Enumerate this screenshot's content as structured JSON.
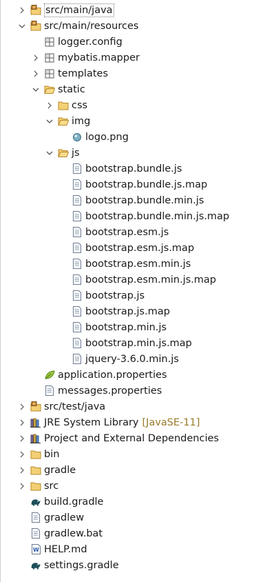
{
  "tree": [
    {
      "label": "src/main/java",
      "depth": 0,
      "toggle": "collapsed",
      "icon": "source-folder-icon"
    },
    {
      "label": "src/main/resources",
      "depth": 0,
      "toggle": "expanded",
      "icon": "source-folder-icon"
    },
    {
      "label": "logger.config",
      "depth": 1,
      "toggle": "none",
      "icon": "package-icon"
    },
    {
      "label": "mybatis.mapper",
      "depth": 1,
      "toggle": "collapsed",
      "icon": "package-icon"
    },
    {
      "label": "templates",
      "depth": 1,
      "toggle": "collapsed",
      "icon": "package-icon"
    },
    {
      "label": "static",
      "depth": 1,
      "toggle": "expanded",
      "icon": "folder-open-icon"
    },
    {
      "label": "css",
      "depth": 2,
      "toggle": "collapsed",
      "icon": "folder-icon"
    },
    {
      "label": "img",
      "depth": 2,
      "toggle": "expanded",
      "icon": "folder-open-icon"
    },
    {
      "label": "logo.png",
      "depth": 3,
      "toggle": "none",
      "icon": "image-file-icon"
    },
    {
      "label": "js",
      "depth": 2,
      "toggle": "expanded",
      "icon": "folder-open-icon"
    },
    {
      "label": "bootstrap.bundle.js",
      "depth": 3,
      "toggle": "none",
      "icon": "text-file-icon"
    },
    {
      "label": "bootstrap.bundle.js.map",
      "depth": 3,
      "toggle": "none",
      "icon": "text-file-icon"
    },
    {
      "label": "bootstrap.bundle.min.js",
      "depth": 3,
      "toggle": "none",
      "icon": "text-file-icon"
    },
    {
      "label": "bootstrap.bundle.min.js.map",
      "depth": 3,
      "toggle": "none",
      "icon": "text-file-icon"
    },
    {
      "label": "bootstrap.esm.js",
      "depth": 3,
      "toggle": "none",
      "icon": "text-file-icon"
    },
    {
      "label": "bootstrap.esm.js.map",
      "depth": 3,
      "toggle": "none",
      "icon": "text-file-icon"
    },
    {
      "label": "bootstrap.esm.min.js",
      "depth": 3,
      "toggle": "none",
      "icon": "text-file-icon"
    },
    {
      "label": "bootstrap.esm.min.js.map",
      "depth": 3,
      "toggle": "none",
      "icon": "text-file-icon"
    },
    {
      "label": "bootstrap.js",
      "depth": 3,
      "toggle": "none",
      "icon": "text-file-icon"
    },
    {
      "label": "bootstrap.js.map",
      "depth": 3,
      "toggle": "none",
      "icon": "text-file-icon"
    },
    {
      "label": "bootstrap.min.js",
      "depth": 3,
      "toggle": "none",
      "icon": "text-file-icon"
    },
    {
      "label": "bootstrap.min.js.map",
      "depth": 3,
      "toggle": "none",
      "icon": "text-file-icon"
    },
    {
      "label": "jquery-3.6.0.min.js",
      "depth": 3,
      "toggle": "none",
      "icon": "text-file-icon"
    },
    {
      "label": "application.properties",
      "depth": 1,
      "toggle": "none",
      "icon": "properties-leaf-icon"
    },
    {
      "label": "messages.properties",
      "depth": 1,
      "toggle": "none",
      "icon": "text-file-icon"
    },
    {
      "label": "src/test/java",
      "depth": 0,
      "toggle": "collapsed",
      "icon": "source-folder-icon"
    },
    {
      "label": "JRE System Library",
      "decoration": "[JavaSE-11]",
      "depth": 0,
      "toggle": "collapsed",
      "icon": "library-icon"
    },
    {
      "label": "Project and External Dependencies",
      "depth": 0,
      "toggle": "collapsed",
      "icon": "library-icon"
    },
    {
      "label": "bin",
      "depth": 0,
      "toggle": "collapsed",
      "icon": "folder-icon"
    },
    {
      "label": "gradle",
      "depth": 0,
      "toggle": "collapsed",
      "icon": "folder-icon"
    },
    {
      "label": "src",
      "depth": 0,
      "toggle": "collapsed",
      "icon": "folder-icon"
    },
    {
      "label": "build.gradle",
      "depth": 0,
      "toggle": "none",
      "icon": "gradle-elephant-icon"
    },
    {
      "label": "gradlew",
      "depth": 0,
      "toggle": "none",
      "icon": "text-file-icon"
    },
    {
      "label": "gradlew.bat",
      "depth": 0,
      "toggle": "none",
      "icon": "text-file-icon"
    },
    {
      "label": "HELP.md",
      "depth": 0,
      "toggle": "none",
      "icon": "word-file-icon"
    },
    {
      "label": "settings.gradle",
      "depth": 0,
      "toggle": "none",
      "icon": "gradle-elephant-icon"
    }
  ],
  "colors": {
    "folder": "#e8b54c",
    "twisty": "#666666",
    "decoration": "#9a7a2a",
    "gradle": "#1d4f5a"
  }
}
